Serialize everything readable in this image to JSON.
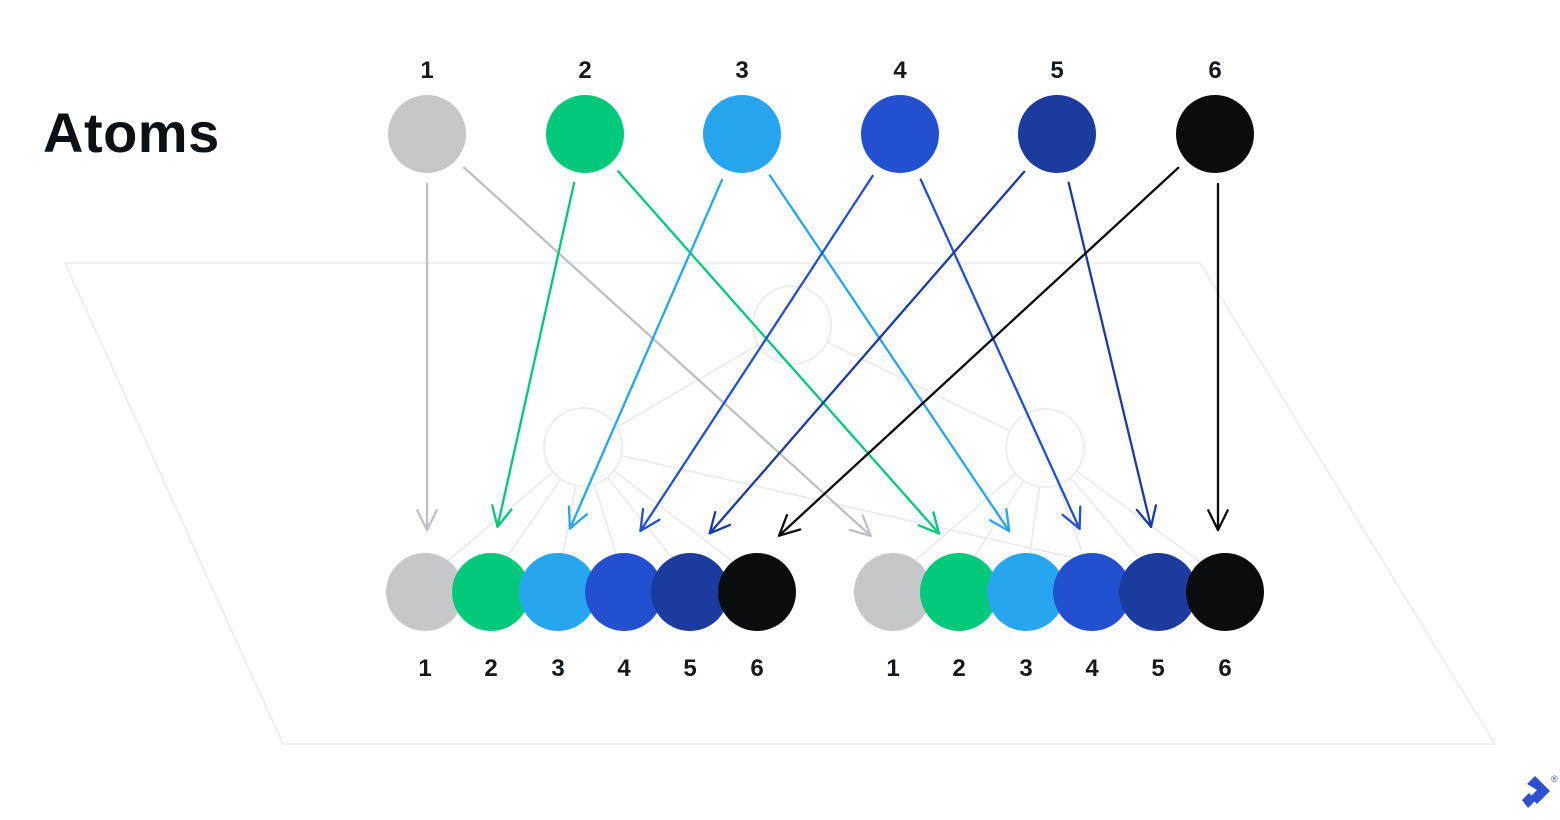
{
  "title": "Atoms",
  "colors": {
    "gray": "#C6C7C9",
    "green": "#00C97B",
    "light_blue": "#27A6EF",
    "blue": "#2350CE",
    "navy": "#1B3B9E",
    "black": "#0B0C0D",
    "arrow_gray": "#BDC0C4",
    "faint": "#E9EBEE",
    "label": "#15181C",
    "logo_blue": "#2B52CC"
  },
  "atoms": [
    {
      "label": "1",
      "color_key": "gray"
    },
    {
      "label": "2",
      "color_key": "green"
    },
    {
      "label": "3",
      "color_key": "light_blue"
    },
    {
      "label": "4",
      "color_key": "blue"
    },
    {
      "label": "5",
      "color_key": "navy"
    },
    {
      "label": "6",
      "color_key": "black"
    }
  ],
  "molecules": {
    "left": {
      "labels": [
        "1",
        "2",
        "3",
        "4",
        "5",
        "6"
      ]
    },
    "right": {
      "labels": [
        "1",
        "2",
        "3",
        "4",
        "5",
        "6"
      ]
    }
  },
  "mappings": [
    {
      "atom": "1",
      "targets": [
        "left-1",
        "right-1"
      ]
    },
    {
      "atom": "2",
      "targets": [
        "left-2",
        "right-2"
      ]
    },
    {
      "atom": "3",
      "targets": [
        "left-3",
        "right-3"
      ]
    },
    {
      "atom": "4",
      "targets": [
        "left-4",
        "right-4"
      ]
    },
    {
      "atom": "5",
      "targets": [
        "left-5",
        "right-5"
      ]
    },
    {
      "atom": "6",
      "targets": [
        "left-6",
        "right-6"
      ]
    }
  ],
  "logo": {
    "name": "toptal-logo",
    "registered": "®"
  }
}
